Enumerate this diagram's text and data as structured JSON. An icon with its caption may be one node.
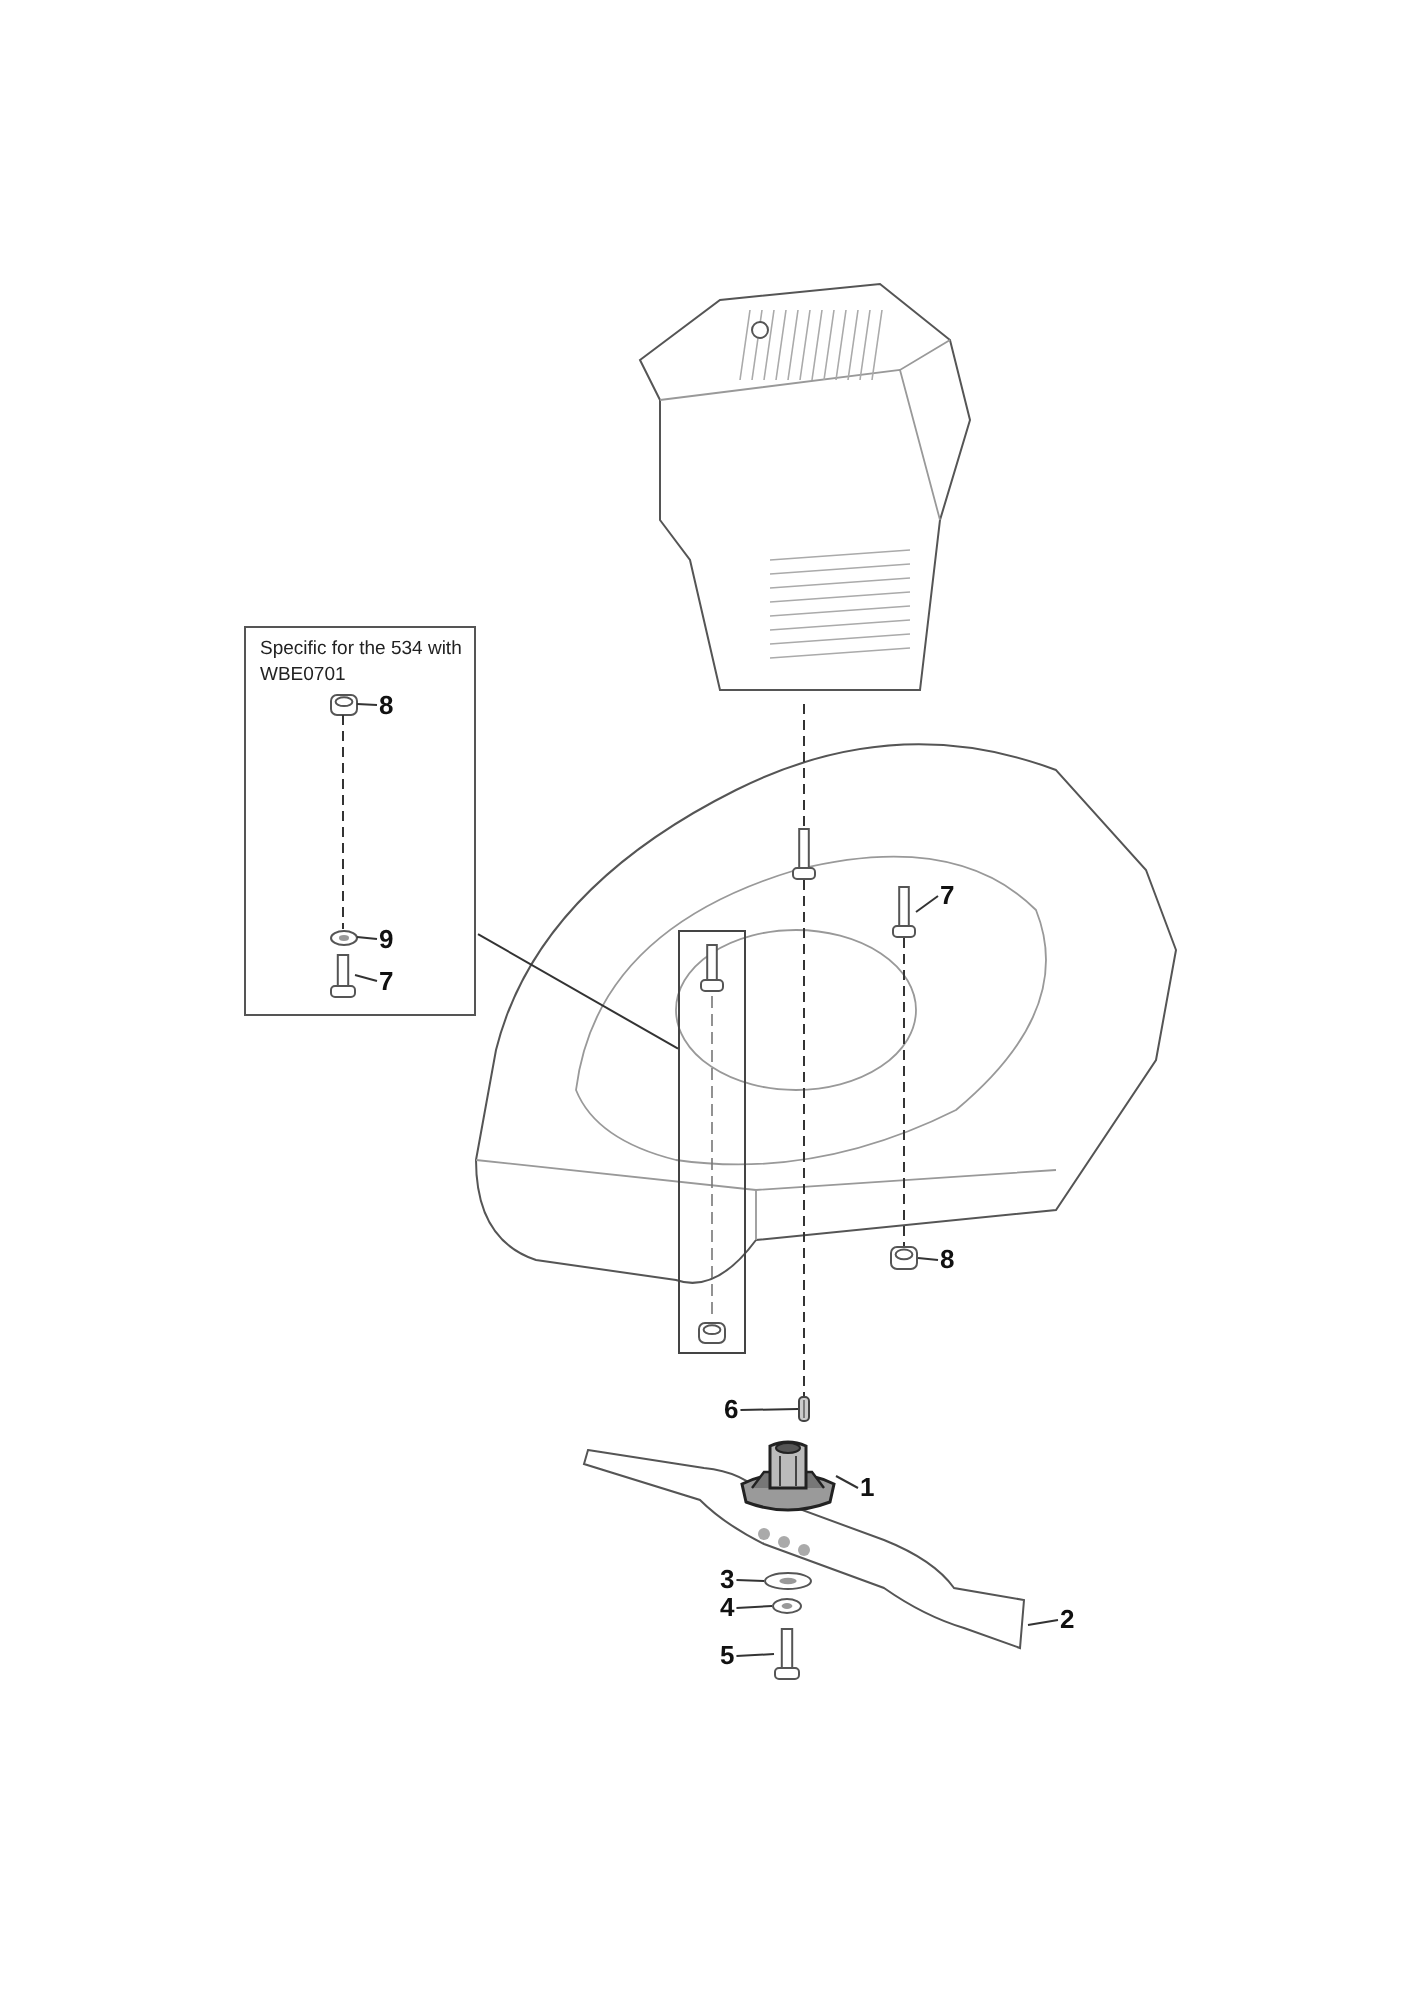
{
  "diagram": {
    "nodes": [
      {
        "text": [
          "Specific for the 534 with WBE0701"
        ]
      },
      {
        "text": [],
        "shape": "picture",
        "in": 0
      },
      {
        "text": [
          "8"
        ],
        "in": 0
      },
      {
        "text": [],
        "shape": "picture",
        "in": 0
      },
      {
        "text": [
          "9"
        ],
        "in": 0
      },
      {
        "text": [],
        "shape": "picture",
        "in": 0
      },
      {
        "text": [
          "7"
        ],
        "in": 0
      },
      {
        "text": [],
        "shape": "picture"
      },
      {
        "text": [],
        "shape": "picture"
      },
      {
        "text": [],
        "shape": "box"
      },
      {
        "text": [],
        "shape": "picture",
        "in": 8
      },
      {
        "text": [],
        "shape": "picture",
        "in": 8
      },
      {
        "text": [
          "7"
        ],
        "in": 8
      },
      {
        "text": [],
        "shape": "picture",
        "in": 8
      },
      {
        "text": [
          "8"
        ],
        "in": 8
      },
      {
        "text": [],
        "shape": "picture"
      },
      {
        "text": [
          "6"
        ]
      },
      {
        "text": [],
        "shape": "picture"
      },
      {
        "text": [
          "1"
        ]
      },
      {
        "text": [],
        "shape": "picture"
      },
      {
        "text": [
          "2"
        ]
      },
      {
        "text": [],
        "shape": "picture"
      },
      {
        "text": [
          "3"
        ]
      },
      {
        "text": [],
        "shape": "picture"
      },
      {
        "text": [
          "4"
        ]
      },
      {
        "text": [],
        "shape": "picture"
      },
      {
        "text": [
          "5"
        ]
      }
    ],
    "edges": [
      {
        "from": 2,
        "to": 1,
        "arrow": "none"
      },
      {
        "from": 4,
        "to": 3,
        "arrow": "none"
      },
      {
        "from": 6,
        "to": 5,
        "arrow": "none"
      },
      {
        "from": 0,
        "to": 9,
        "arrow": "none"
      },
      {
        "from": 12,
        "to": 11,
        "arrow": "none"
      },
      {
        "from": 14,
        "to": 13,
        "arrow": "none"
      },
      {
        "from": 16,
        "to": 15,
        "arrow": "none"
      },
      {
        "from": 18,
        "to": 17,
        "arrow": "none"
      },
      {
        "from": 20,
        "to": 19,
        "arrow": "none"
      },
      {
        "from": 22,
        "to": 21,
        "arrow": "none"
      },
      {
        "from": 24,
        "to": 23,
        "arrow": "none"
      },
      {
        "from": 26,
        "to": 25,
        "arrow": "none"
      },
      {
        "from": 1,
        "to": 3,
        "arrow": "none",
        "style": "dashed"
      },
      {
        "from": 11,
        "to": 13,
        "arrow": "none",
        "style": "dashed"
      },
      {
        "from": 7,
        "to": 10,
        "arrow": "none",
        "style": "dashed"
      },
      {
        "from": 10,
        "to": 15,
        "arrow": "none",
        "style": "dashed"
      }
    ]
  }
}
